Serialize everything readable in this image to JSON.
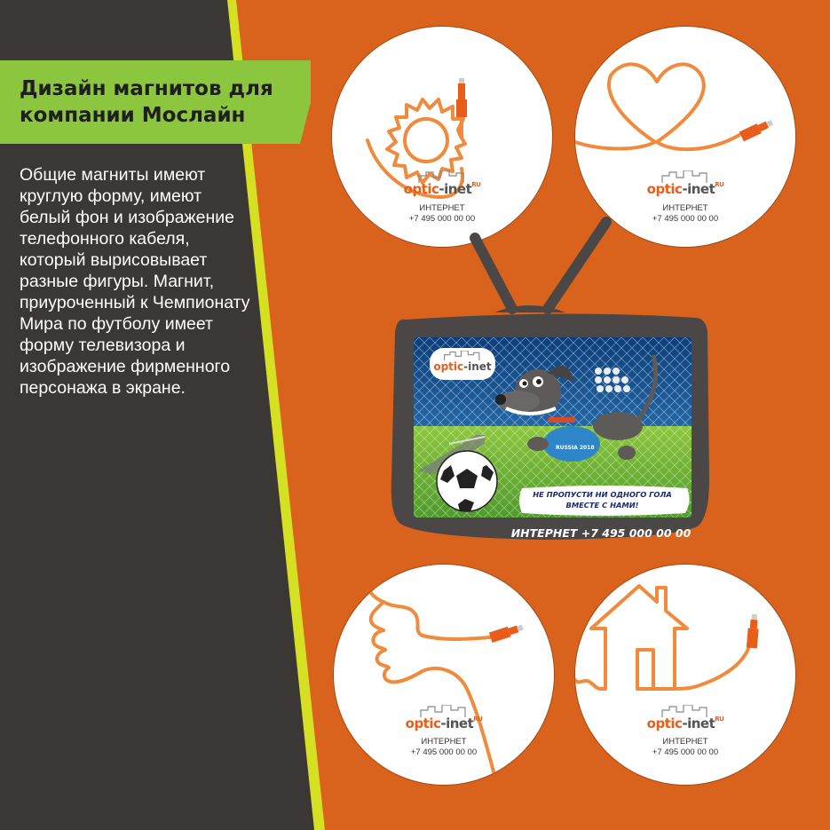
{
  "title": {
    "line1": "Дизайн магнитов для",
    "line2": "компании Мослайн"
  },
  "description": {
    "lines": [
      "Общие магниты имеют",
      "круглую форму, имеют",
      "белый фон и изображение",
      "телефонного кабеля,",
      "который вырисовывает",
      "разные фигуры. Магнит,",
      "приуроченный к Чемпионату",
      "Мира по футболу имеет",
      "форму телевизора и",
      "изображение фирменного",
      "персонажа в экране."
    ]
  },
  "colors": {
    "orange": "#d9631d",
    "dark": "#3b3734",
    "lime": "#8cc63f",
    "yellow_stripe": "#d4e021",
    "cable": "#f08a3c",
    "tv_body": "#4a4746"
  },
  "logo": {
    "brand_o": "optic",
    "brand_g": "-inet",
    "brand_sup": "RU"
  },
  "magnets": [
    {
      "id": "sun",
      "icon": "sun-cable-icon",
      "line1": "ИНТЕРНЕТ",
      "line2": "+7 495 000 00 00"
    },
    {
      "id": "heart",
      "icon": "heart-cable-icon",
      "line1": "ИНТЕРНЕТ",
      "line2": "+7 495 000 00 00"
    },
    {
      "id": "thumb",
      "icon": "thumbs-up-cable-icon",
      "line1": "ИНТЕРНЕТ",
      "line2": "+7 495 000 00 00"
    },
    {
      "id": "house",
      "icon": "house-cable-icon",
      "line1": "ИНТЕРНЕТ",
      "line2": "+7 495 000 00 00"
    }
  ],
  "tv": {
    "bubble_line1": "НЕ ПРОПУСТИ НИ ОДНОГО ГОЛА",
    "bubble_line2": "ВМЕСТЕ С НАМИ!",
    "phone": "ИНТЕРНЕТ +7 495 000 00 00",
    "shirt_text": "RUSSIA 2018"
  }
}
